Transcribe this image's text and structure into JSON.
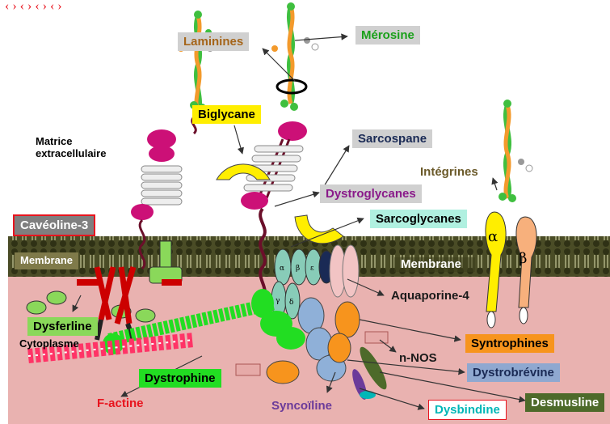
{
  "caption_fragment": "...",
  "labels": {
    "laminines": "Laminines",
    "merosine": "Mérosine",
    "biglycane": "Biglycane",
    "sarcospane": "Sarcospane",
    "matrice": "Matrice\nextracellulaire",
    "integrines": "Intégrines",
    "dystroglycanes": "Dystroglycanes",
    "caveoline": "Cavéoline-3",
    "sarcoglycanes": "Sarcoglycanes",
    "membrane_left": "Membrane",
    "membrane_right": "Membrane",
    "aquaporine": "Aquaporine-4",
    "dysferline": "Dysferline",
    "cytoplasme": "Cytoplasme",
    "syntrophines": "Syntrophines",
    "nnos": "n-NOS",
    "dystrophine": "Dystrophine",
    "dystrobrevine": "Dystrobrévine",
    "factine": "F-actine",
    "syncoiline": "Syncoïline",
    "dysbindine": "Dysbindine",
    "desmusline": "Desmusline",
    "alpha": "α",
    "beta": "β",
    "sg_greek": [
      "α",
      "β",
      "ε",
      "δ",
      "γ"
    ]
  },
  "colors": {
    "cytoplasm": "#e9b2b0",
    "membrane": "#3d3f1c",
    "laminin_orange": "#f39a2c",
    "laminin_green": "#3fbf3f",
    "magenta_domain": "#cc1077",
    "dark_stem": "#6b0f2a",
    "biglycan_yellow": "#ffee00",
    "dystrophin_green": "#22dd22",
    "factin_red": "#ff3366",
    "sarcoglycan_teal": "#88ccb8",
    "aquaporin_pink": "#f2c4c4",
    "syntrophin_orange": "#f7941d",
    "dystrobrevin_blue": "#8fb0d8",
    "integrin_alpha": "#ffee00",
    "integrin_beta": "#f7b07c",
    "label_red": "#e8141e",
    "label_gray_bg": "#d0d0d0",
    "label_green_bg": "#22dd22",
    "label_yellow_bg": "#ffee00",
    "label_mint_bg": "#b0f0e0",
    "label_orange_bg": "#f7941d",
    "label_blue_bg": "#8fa8d0",
    "label_olive_bg": "#7f7a4a",
    "label_darkgreen_bg": "#4d6a2a"
  }
}
